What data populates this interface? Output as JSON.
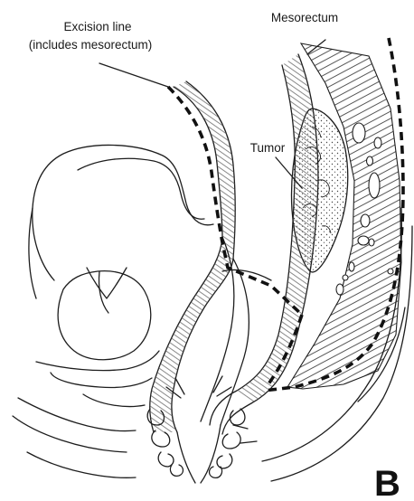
{
  "labels": {
    "excision_line_1": "Excision line",
    "excision_line_2": "(includes mesorectum)",
    "mesorectum": "Mesorectum",
    "tumor": "Tumor",
    "panel": "B"
  }
}
